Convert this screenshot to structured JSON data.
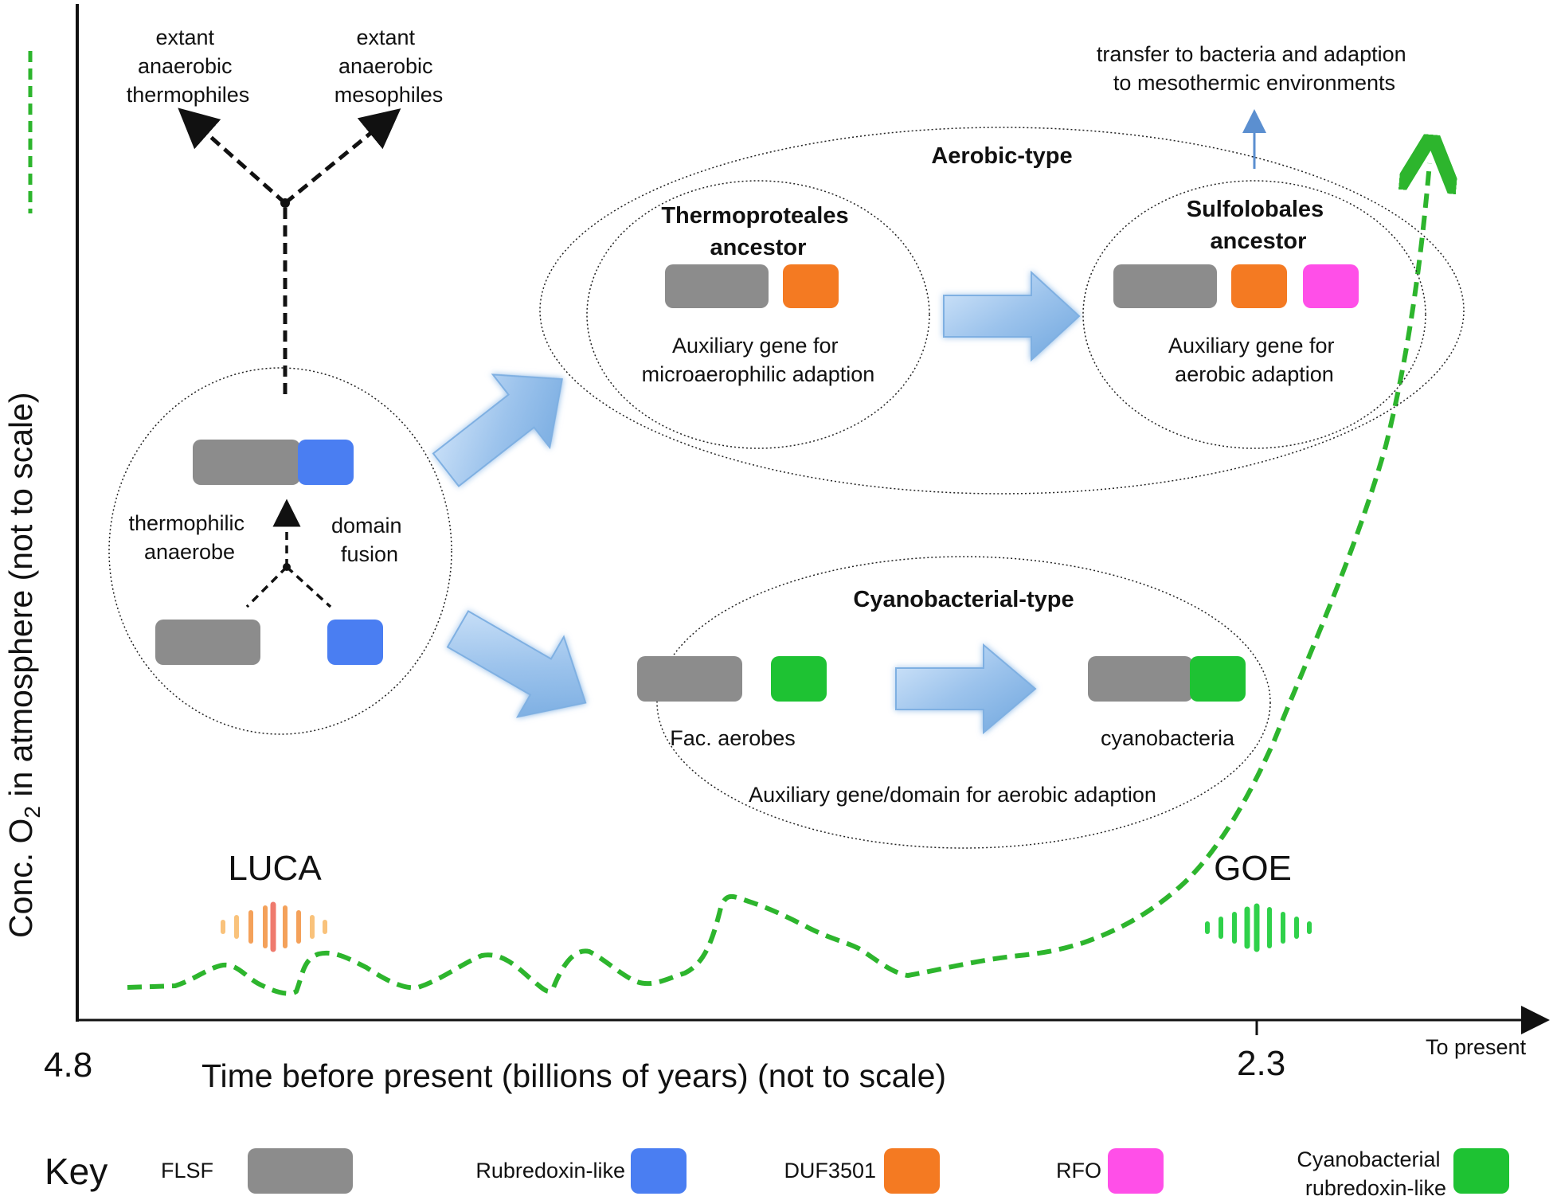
{
  "diagram": {
    "y_axis_label_main": "Conc. O",
    "y_axis_label_sub": "2",
    "y_axis_label_rest": " in atmosphere (not to scale)",
    "x_axis_label": "Time before present (billions of years) (not to scale)",
    "x_tick_start": "4.8",
    "x_tick_goe": "2.3",
    "x_end_label": "To present",
    "luca_label": "LUCA",
    "goe_label": "GOE",
    "extant_thermo": [
      "extant",
      "anaerobic",
      "thermophiles"
    ],
    "extant_meso": [
      "extant",
      "anaerobic",
      "mesophiles"
    ],
    "thermophilic_anaerobe": [
      "thermophilic",
      "anaerobe"
    ],
    "domain_fusion": [
      "domain",
      "fusion"
    ],
    "aerobic_type_title": "Aerobic-type",
    "thermoproteales": {
      "title": [
        "Thermoproteales",
        "ancestor"
      ],
      "caption": [
        "Auxiliary gene for",
        "microaerophilic adaption"
      ]
    },
    "sulfolobales": {
      "title": [
        "Sulfolobales",
        "ancestor"
      ],
      "caption": [
        "Auxiliary gene for",
        "aerobic adaption"
      ]
    },
    "transfer_note": [
      "transfer to bacteria and adaption",
      "to mesothermic environments"
    ],
    "cyanobacterial_type_title": "Cyanobacterial-type",
    "fac_aerobes": "Fac. aerobes",
    "cyanobacteria": "cyanobacteria",
    "cyano_caption": "Auxiliary gene/domain for aerobic adaption"
  },
  "key": {
    "title": "Key",
    "items": [
      {
        "label": "FLSF",
        "color": "#8c8c8c"
      },
      {
        "label": "Rubredoxin-like",
        "color": "#4a7ef2"
      },
      {
        "label": "DUF3501",
        "color": "#f47a22"
      },
      {
        "label": "RFO",
        "color": "#ff4fe8"
      },
      {
        "label": "Cyanobacterial",
        "label2": "rubredoxin-like",
        "color": "#1ec233"
      }
    ]
  },
  "colors": {
    "flsf": "#8c8c8c",
    "rubredoxin": "#4a7ef2",
    "duf3501": "#f47a22",
    "rfo": "#ff4fe8",
    "cyano_rubredoxin": "#1ec233",
    "o2_curve": "#2db52d",
    "arrow_fill": "#9cc3ec",
    "luca_signal": [
      "#f9c27b",
      "#f4a15a",
      "#ef7a6d"
    ],
    "goe_signal": "#2fd14a"
  }
}
